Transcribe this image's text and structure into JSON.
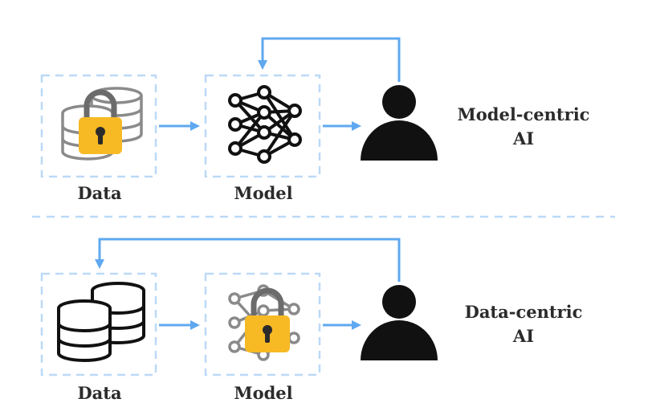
{
  "colors": {
    "arrow": "#5fa8f0",
    "dashed_box": "#bcd9f7",
    "divider": "#bcd9f7",
    "lock_body": "#f7b924",
    "lock_shackle": "#6b6b6b",
    "icon_dark": "#111111",
    "icon_gray": "#8a8a8a"
  },
  "top_row": {
    "data_label": "Data",
    "model_label": "Model",
    "title_line1": "Model-centric",
    "title_line2": "AI",
    "locked_component": "data"
  },
  "bottom_row": {
    "data_label": "Data",
    "model_label": "Model",
    "title_line1": "Data-centric",
    "title_line2": "AI",
    "locked_component": "model"
  },
  "icons": [
    "database-icon",
    "neural-network-icon",
    "lock-icon",
    "user-icon",
    "arrow-icon"
  ]
}
